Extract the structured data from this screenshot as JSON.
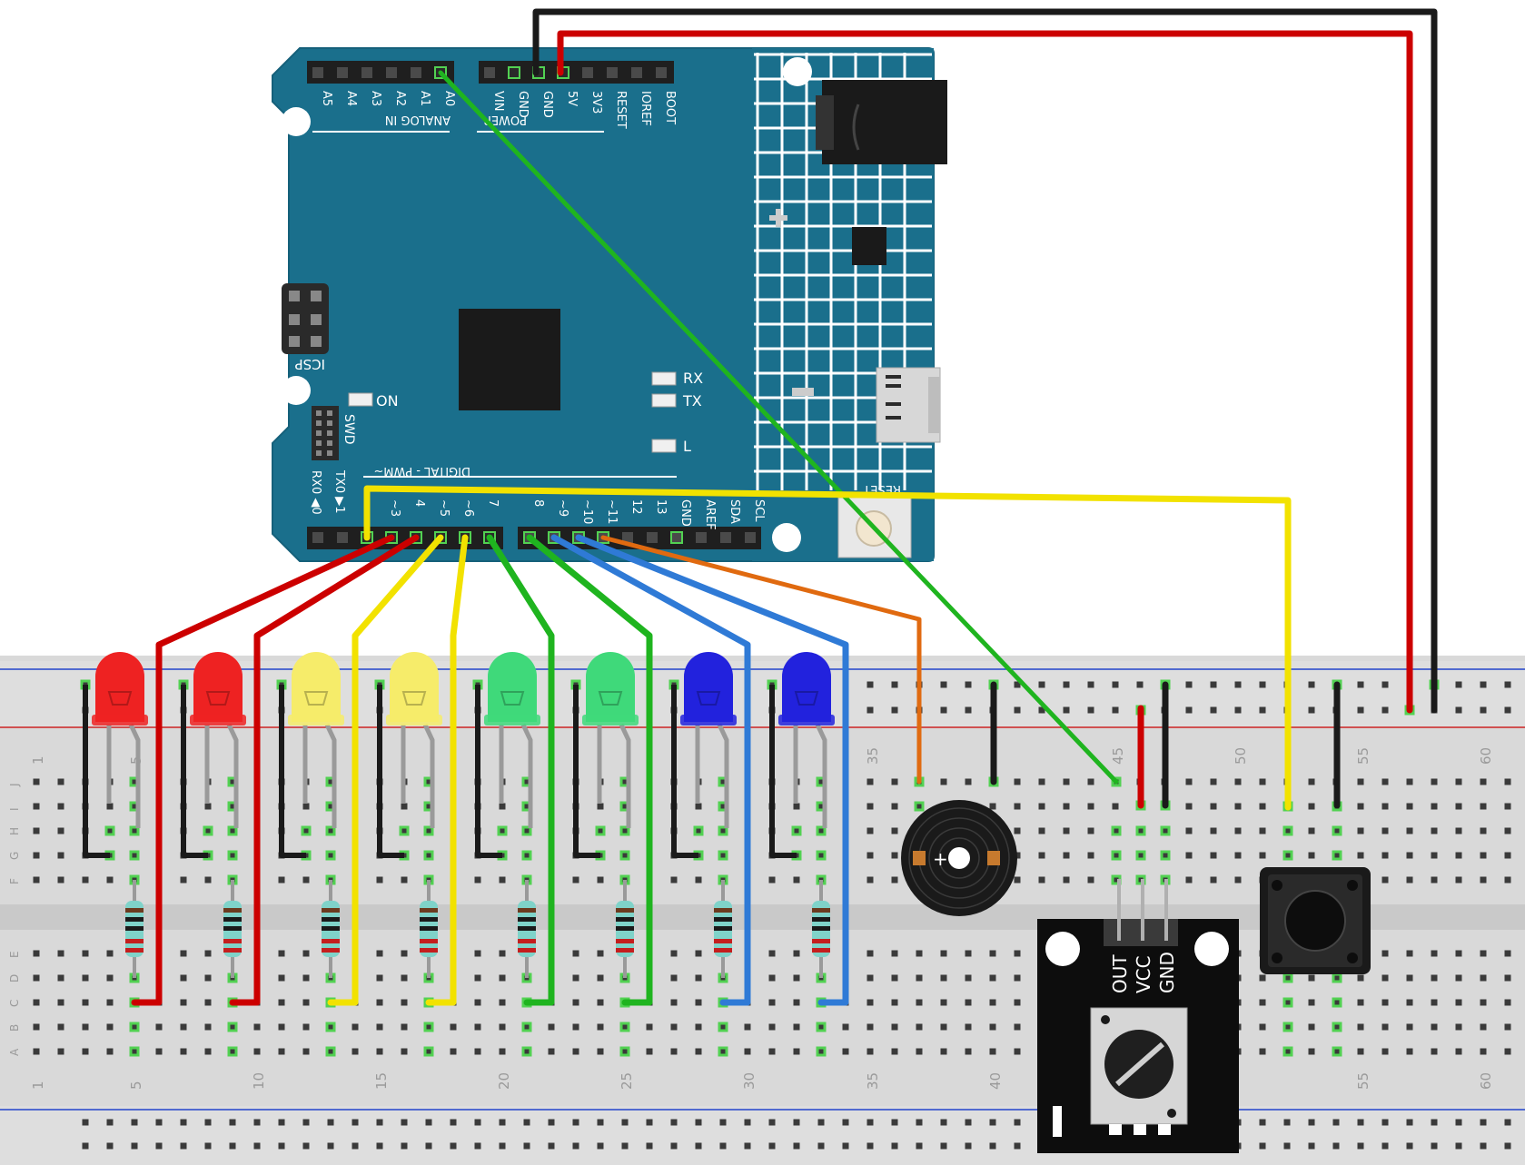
{
  "arduino": {
    "analog_pins": [
      "A5",
      "A4",
      "A3",
      "A2",
      "A1",
      "A0"
    ],
    "analog_header_label": "ANALOG IN",
    "power_pins": [
      "VIN",
      "GND",
      "GND",
      "5V",
      "3V3",
      "RESET",
      "IOREF",
      "BOOT"
    ],
    "power_header_label": "POWER",
    "icsp_label": "ICSP",
    "swd_label": "SWD",
    "on_label": "ON",
    "rx_label": "RX",
    "tx_label": "TX",
    "l_label": "L",
    "digital_header_label": "DIGITAL - PWM~",
    "rx0_label": "RX0 ◀0",
    "tx0_label": "TX0 ▶1",
    "digital_pins_left": [
      "~3",
      "4",
      "~5",
      "~6",
      "7"
    ],
    "digital_pins_right": [
      "8",
      "~9",
      "~10",
      "~11",
      "12",
      "13",
      "GND",
      "AREF",
      "SDA",
      "SCL"
    ],
    "reset_label": "RESET"
  },
  "breadboard": {
    "column_numbers": [
      "1",
      "5",
      "10",
      "15",
      "20",
      "25",
      "30",
      "35",
      "40",
      "45",
      "50",
      "55",
      "60"
    ],
    "row_letters_top": [
      "J",
      "I",
      "H",
      "G",
      "F"
    ],
    "row_letters_bottom": [
      "E",
      "D",
      "C",
      "B",
      "A"
    ]
  },
  "pot_module": {
    "pin_labels": [
      "OUT",
      "VCC",
      "GND"
    ]
  },
  "colors": {
    "board_blue": "#1a6f8c",
    "wire_red": "#cc0000",
    "wire_black": "#1a1a1a",
    "wire_yellow": "#f2e200",
    "wire_green": "#1fb41f",
    "wire_blue": "#2f7ad6",
    "wire_orange": "#e06a10",
    "led_red": "#ee2222",
    "led_yellow": "#f6ec6a",
    "led_green": "#3fd97a",
    "led_blue": "#2222dd"
  },
  "leds": [
    {
      "color": "red"
    },
    {
      "color": "red"
    },
    {
      "color": "yellow"
    },
    {
      "color": "yellow"
    },
    {
      "color": "green"
    },
    {
      "color": "green"
    },
    {
      "color": "blue"
    },
    {
      "color": "blue"
    }
  ]
}
